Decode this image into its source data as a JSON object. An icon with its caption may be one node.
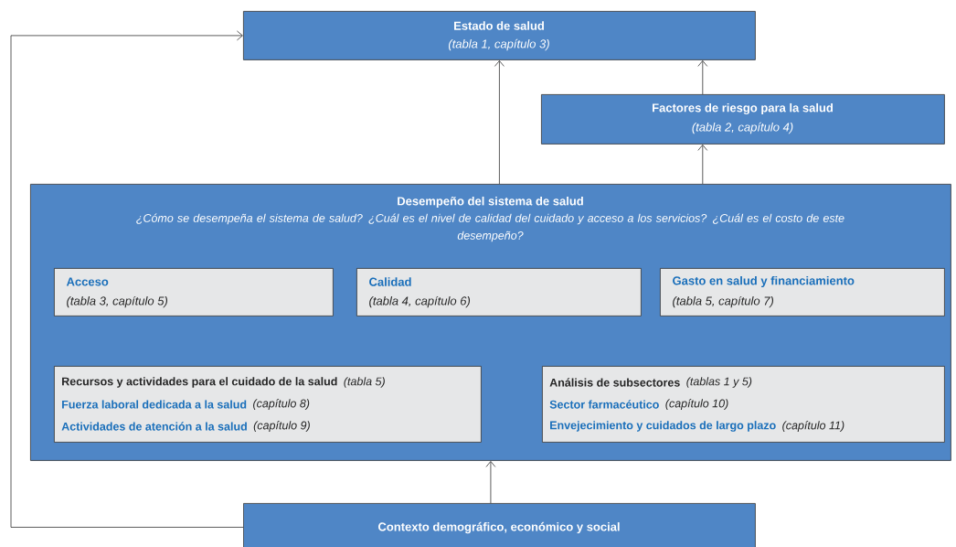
{
  "diagram": {
    "nodes": [
      {
        "text": [
          "Estado de salud",
          "(tabla 1, capítulo 3)"
        ]
      },
      {
        "text": [
          "Factores de riesgo para la salud",
          "(tabla 2, capítulo 4)"
        ]
      },
      {
        "text": [
          "Desempeño del sistema de salud",
          "¿Cómo se desempeña el sistema de salud? ¿Cuál es el nivel de calidad del cuidado y acceso a los servicios? ¿Cuál es el costo de este desempeño?"
        ]
      },
      {
        "text": [
          "Acceso",
          "(tabla 3, capítulo 5)"
        ],
        "in": 2
      },
      {
        "text": [
          "Calidad",
          "(tabla 4, capítulo 6)"
        ],
        "in": 2
      },
      {
        "text": [
          "Gasto en salud y financiamiento",
          "(tabla 5, capítulo 7)"
        ],
        "in": 2
      },
      {
        "text": [
          "Recursos y actividades para el cuidado de la salud",
          "(tabla 5)",
          "Fuerza laboral dedicada a la salud",
          "(capítulo 8)",
          "Actividades de atención a la salud",
          "(capítulo 9)"
        ],
        "in": 2
      },
      {
        "text": [
          "Análisis de subsectores",
          "(tablas 1 y 5)",
          "Sector farmacéutico",
          "(capítulo 10)",
          "Envejecimiento y cuidados de largo plazo",
          "(capítulo 11)"
        ],
        "in": 2
      },
      {
        "text": [
          "Contexto demográfico, económico y social"
        ]
      }
    ],
    "edges": [
      {
        "from": 2,
        "to": 0,
        "arrow": "to"
      },
      {
        "from": 2,
        "to": 1,
        "arrow": "to"
      },
      {
        "from": 1,
        "to": 0,
        "arrow": "to"
      },
      {
        "from": 8,
        "to": 2,
        "arrow": "to"
      },
      {
        "from": 8,
        "to": 0,
        "arrow": "to"
      }
    ]
  }
}
